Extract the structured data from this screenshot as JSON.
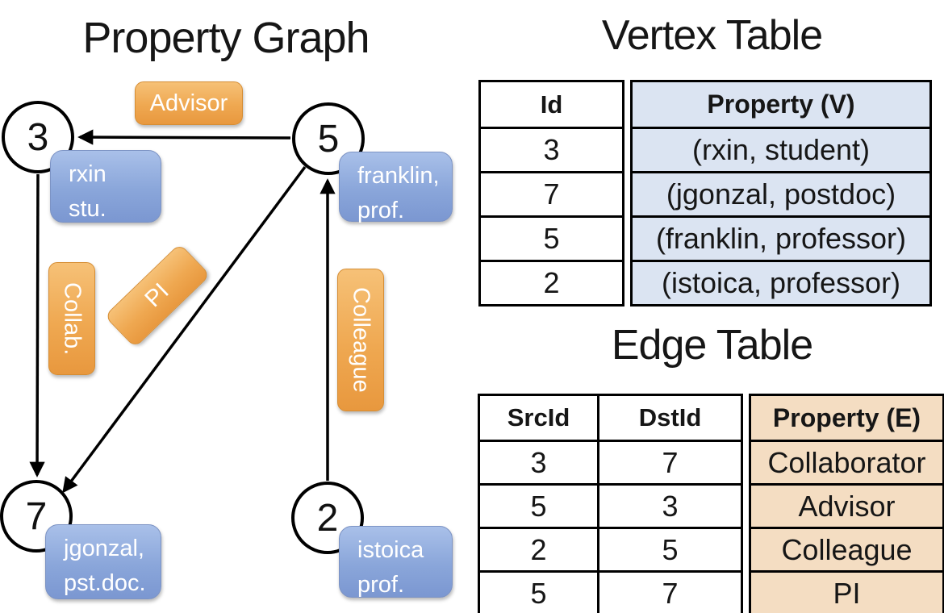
{
  "graph": {
    "title": "Property Graph",
    "nodes": [
      {
        "id": "3",
        "property_lines": [
          "rxin",
          "stu."
        ]
      },
      {
        "id": "5",
        "property_lines": [
          "franklin,",
          "prof."
        ]
      },
      {
        "id": "7",
        "property_lines": [
          "jgonzal,",
          "pst.doc."
        ]
      },
      {
        "id": "2",
        "property_lines": [
          "istoica",
          "prof."
        ]
      }
    ],
    "edge_labels": {
      "advisor": "Advisor",
      "collab": "Collab.",
      "pi": "PI",
      "colleague": "Colleague"
    },
    "edges": [
      {
        "from": "5",
        "to": "3",
        "label": "Advisor"
      },
      {
        "from": "3",
        "to": "7",
        "label": "Collab."
      },
      {
        "from": "5",
        "to": "7",
        "label": "PI"
      },
      {
        "from": "2",
        "to": "5",
        "label": "Colleague"
      }
    ]
  },
  "vertex_table": {
    "title": "Vertex Table",
    "columns": {
      "id": "Id",
      "property": "Property (V)"
    },
    "rows": [
      {
        "id": "3",
        "property": "(rxin, student)"
      },
      {
        "id": "7",
        "property": "(jgonzal, postdoc)"
      },
      {
        "id": "5",
        "property": "(franklin, professor)"
      },
      {
        "id": "2",
        "property": "(istoica, professor)"
      }
    ]
  },
  "edge_table": {
    "title": "Edge Table",
    "columns": {
      "src": "SrcId",
      "dst": "DstId",
      "property": "Property (E)"
    },
    "rows": [
      {
        "src": "3",
        "dst": "7",
        "property": "Collaborator"
      },
      {
        "src": "5",
        "dst": "3",
        "property": "Advisor"
      },
      {
        "src": "2",
        "dst": "5",
        "property": "Colleague"
      },
      {
        "src": "5",
        "dst": "7",
        "property": "PI"
      }
    ]
  },
  "colors": {
    "edge_label_orange_top": "#f6c177",
    "edge_label_orange_bottom": "#e8983e",
    "vertex_box_blue_top": "#a9c0e9",
    "vertex_box_blue_bottom": "#7b97d1",
    "vertex_table_cell_bg": "#dbe4f2",
    "edge_table_cell_bg": "#f4ddc2",
    "line_color": "#000000",
    "label_text": "#ffffff"
  }
}
